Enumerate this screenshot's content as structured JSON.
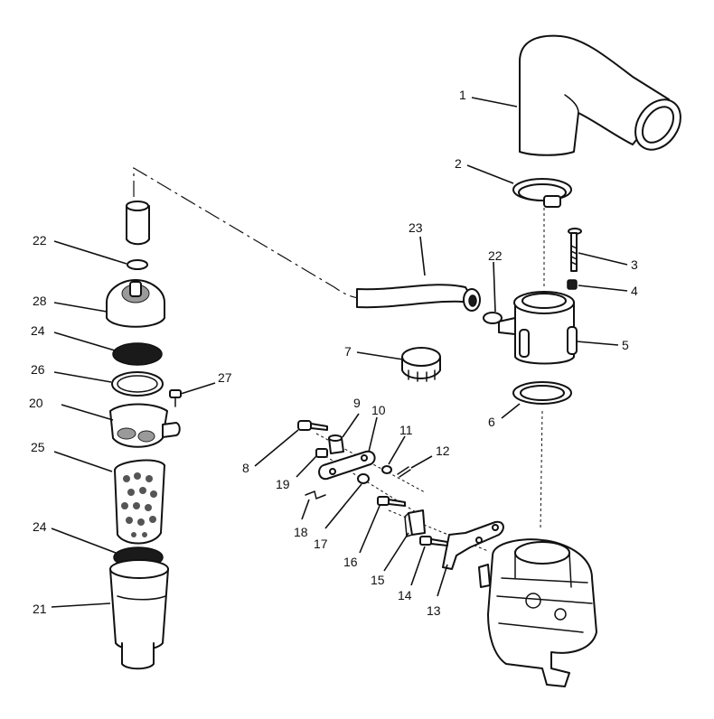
{
  "diagram": {
    "title": "",
    "callouts": [
      {
        "id": "c1",
        "label": "1"
      },
      {
        "id": "c2",
        "label": "2"
      },
      {
        "id": "c3",
        "label": "3"
      },
      {
        "id": "c4",
        "label": "4"
      },
      {
        "id": "c5",
        "label": "5"
      },
      {
        "id": "c6",
        "label": "6"
      },
      {
        "id": "c7",
        "label": "7"
      },
      {
        "id": "c8",
        "label": "8"
      },
      {
        "id": "c9",
        "label": "9"
      },
      {
        "id": "c10",
        "label": "10"
      },
      {
        "id": "c11",
        "label": "11"
      },
      {
        "id": "c12",
        "label": "12"
      },
      {
        "id": "c13",
        "label": "13"
      },
      {
        "id": "c14",
        "label": "14"
      },
      {
        "id": "c15",
        "label": "15"
      },
      {
        "id": "c16",
        "label": "16"
      },
      {
        "id": "c17",
        "label": "17"
      },
      {
        "id": "c18",
        "label": "18"
      },
      {
        "id": "c19",
        "label": "19"
      },
      {
        "id": "c20",
        "label": "20"
      },
      {
        "id": "c21",
        "label": "21"
      },
      {
        "id": "c22a",
        "label": "22"
      },
      {
        "id": "c22b",
        "label": "22"
      },
      {
        "id": "c23",
        "label": "23"
      },
      {
        "id": "c24a",
        "label": "24"
      },
      {
        "id": "c24b",
        "label": "24"
      },
      {
        "id": "c25",
        "label": "25"
      },
      {
        "id": "c26",
        "label": "26"
      },
      {
        "id": "c27",
        "label": "27"
      },
      {
        "id": "c28",
        "label": "28"
      }
    ]
  }
}
